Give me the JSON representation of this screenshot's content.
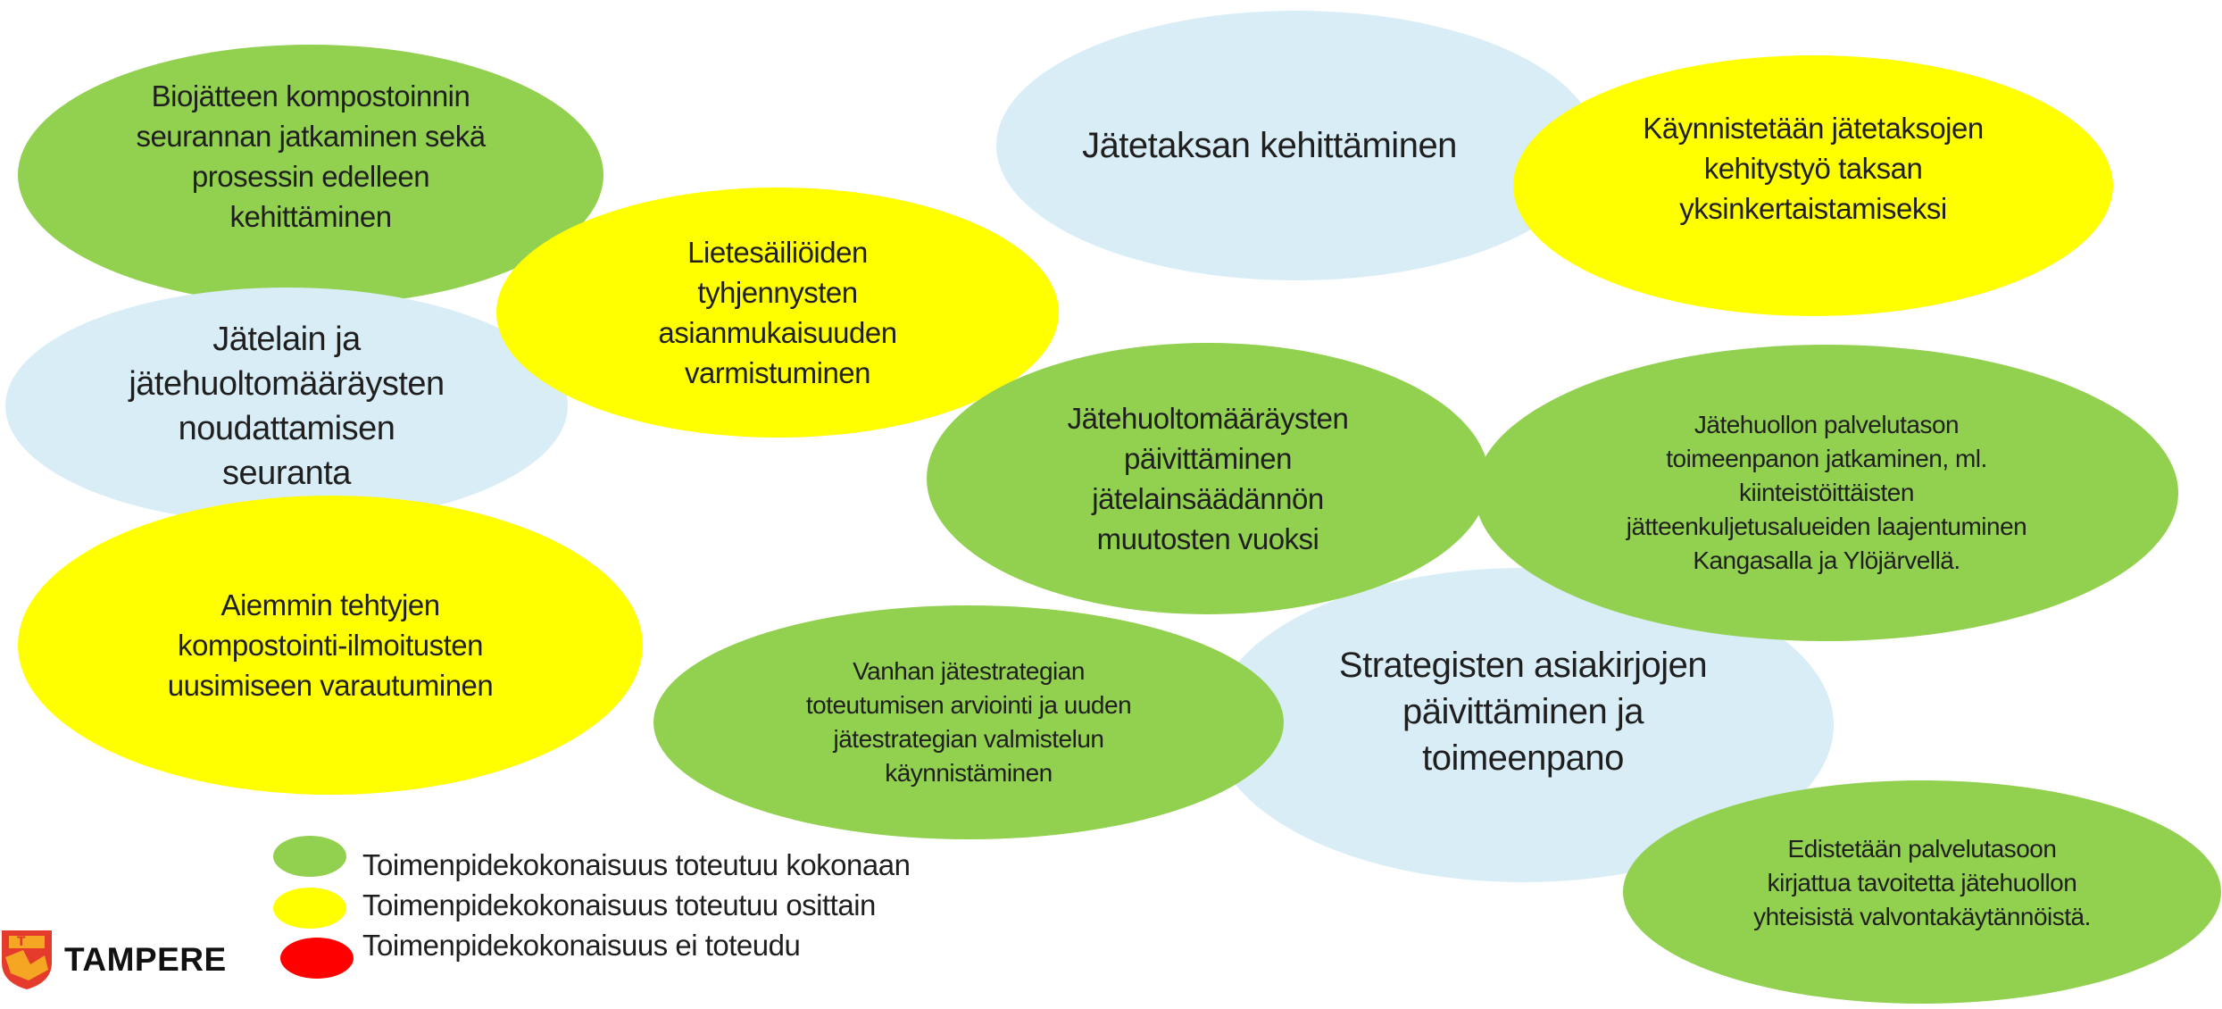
{
  "colors": {
    "green": "#92d050",
    "yellow": "#ffff00",
    "blue": "#d9edf7",
    "red": "#ff0000"
  },
  "measures": {
    "biojate": "Biojätteen kompostoinnin\nseurannan jatkaminen sekä\nprosessin edelleen\nkehittäminen",
    "lietesailiot": "Lietesäiliöiden\ntyhjennysten\nasianmukaisuuden\nvarmistuminen",
    "jatelain_seuranta": "Jätelain ja\njätehuoltomääräysten\nnoudattamisen\nseuranta",
    "kompostointi_ilmoitukset": "Aiemmin tehtyjen\nkompostointi-ilmoitusten\nuusimiseen varautuminen",
    "jatetaksa": "Jätetaksan kehittäminen",
    "jatetaksat_kehitystyo": "Käynnistetään jätetaksojen\nkehitystyö taksan\nyksinkertaistamiseksi",
    "maaraysten_paivitys": "Jätehuoltomääräysten\npäivittäminen\njätelainsäädännön\nmuutosten vuoksi",
    "palvelutaso": "Jätehuollon palvelutason\ntoimeenpanon jatkaminen, ml.\nkiinteistöittäisten\njätteenkuljetusalueiden laajentuminen\nKangasalla ja Ylöjärvellä.",
    "jatestrategia": "Vanhan jätestrategian\ntoteutumisen arviointi ja uuden\njätestrategian valmistelun\nkäynnistäminen",
    "strategiset_asiakirjat": "Strategisten asiakirjojen\npäivittäminen ja\ntoimeenpano",
    "valvontakaytannot": "Edistetään palvelutasoon\nkirjattua tavoitetta jätehuollon\nyhteisistä valvontakäytännöistä."
  },
  "legend": [
    {
      "label": "Toimenpidekokonaisuus toteutuu kokonaan",
      "color": "#92d050"
    },
    {
      "label": "Toimenpidekokonaisuus toteutuu osittain",
      "color": "#ffff00"
    },
    {
      "label": "Toimenpidekokonaisuus ei toteudu",
      "color": "#ff0000"
    }
  ],
  "logo": {
    "text": "TAMPERE",
    "icon": "tampere-coat-of-arms-icon"
  }
}
